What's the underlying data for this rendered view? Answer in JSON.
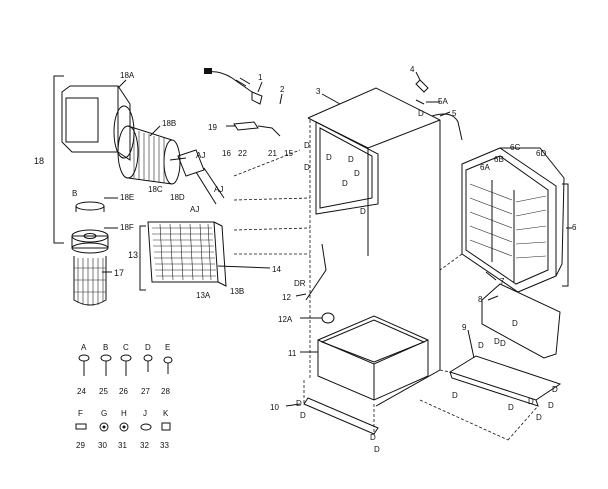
{
  "parts": {
    "p1": "1",
    "p2": "2",
    "p3": "3",
    "p4": "4",
    "p5": "5",
    "p5a": "5A",
    "p6": "6",
    "p6a": "6A",
    "p6b": "6B",
    "p6c": "6C",
    "p6d": "6D",
    "p7": "7",
    "p8": "8",
    "p9": "9",
    "p10": "10",
    "p11": "11",
    "p12": "12",
    "p12a": "12A",
    "p13": "13",
    "p13a": "13A",
    "p13b": "13B",
    "p14": "14",
    "p16": "16",
    "p17": "17",
    "p18": "18",
    "p18a": "18A",
    "p18b": "18B",
    "p18c": "18C",
    "p18d": "18D",
    "p18e": "18E",
    "p18f": "18F",
    "p19": "19",
    "p21": "21",
    "p22": "22",
    "pB": "B",
    "pDR": "DR",
    "pAJ": "AJ",
    "pD": "D"
  },
  "hardware": [
    {
      "letter": "A",
      "num": "24"
    },
    {
      "letter": "B",
      "num": "25"
    },
    {
      "letter": "C",
      "num": "26"
    },
    {
      "letter": "D",
      "num": "27"
    },
    {
      "letter": "E",
      "num": "28"
    },
    {
      "letter": "F",
      "num": "29"
    },
    {
      "letter": "G",
      "num": "30"
    },
    {
      "letter": "H",
      "num": "31"
    },
    {
      "letter": "J",
      "num": "32"
    },
    {
      "letter": "K",
      "num": "33"
    }
  ]
}
